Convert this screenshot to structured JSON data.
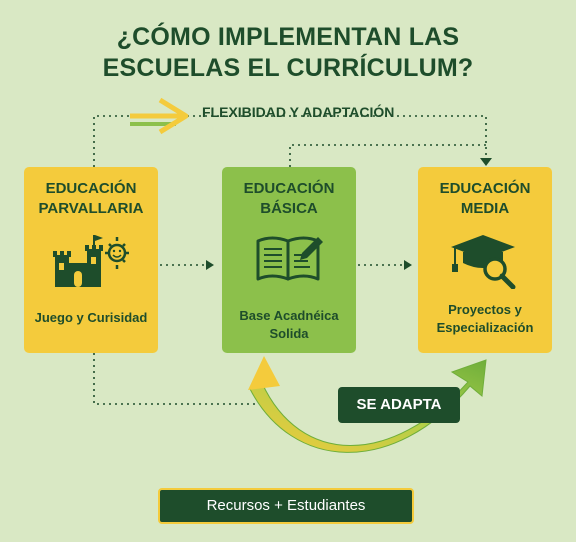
{
  "title": {
    "line1": "¿CÓMO IMPLEMENTAN LAS",
    "line2": "ESCUELAS EL CURRÍCULUM?"
  },
  "flow_label": "FLEXIBIDAD Y ADAPTACIÓN",
  "stages": [
    {
      "title1": "EDUCACIÓN",
      "title2": "PARVALLARIA",
      "description1": "Juego y Curisidad",
      "description2": "",
      "icon": "castle-sun-icon",
      "color": "#f4cb3c"
    },
    {
      "title1": "EDUCACIÓN",
      "title2": "BÁSICA",
      "description1": "Base Acadnéica",
      "description2": "Solida",
      "icon": "book-pencil-icon",
      "color": "#8cc04b"
    },
    {
      "title1": "EDUCACIÓN",
      "title2": "MEDIA",
      "description1": "Proyectos y",
      "description2": "Especialización",
      "icon": "graduation-cap-magnifier-icon",
      "color": "#f4cb3c"
    }
  ],
  "adapt_label": "SE ADAPTA",
  "footer": "Recursos + Estudiantes",
  "colors": {
    "background": "#d9e8c4",
    "dark_green": "#1e4d2b",
    "yellow": "#f4cb3c",
    "green": "#8cc04b"
  }
}
